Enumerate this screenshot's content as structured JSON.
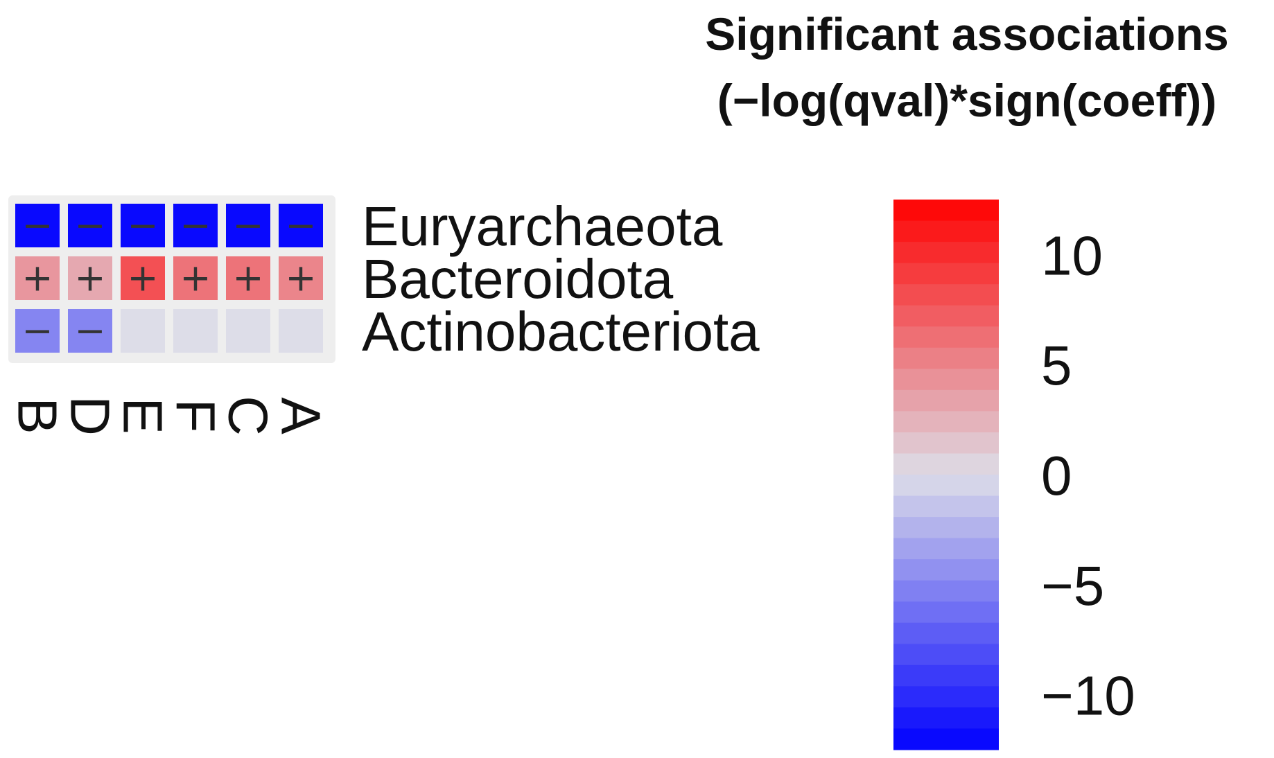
{
  "chart_data": {
    "type": "heatmap",
    "title": "Significant associations",
    "subtitle": "(−log(qval)*sign(coeff))",
    "rows": [
      "Euryarchaeota",
      "Bacteroidota",
      "Actinobacteriota"
    ],
    "columns": [
      "B",
      "D",
      "E",
      "F",
      "C",
      "A"
    ],
    "values": [
      [
        -12,
        -12,
        -12,
        -12,
        -12,
        -12
      ],
      [
        4,
        3,
        8,
        6,
        6,
        5
      ],
      [
        -5,
        -5,
        null,
        null,
        null,
        null
      ]
    ],
    "signs": [
      [
        "−",
        "−",
        "−",
        "−",
        "−",
        "−"
      ],
      [
        "+",
        "+",
        "+",
        "+",
        "+",
        "+"
      ],
      [
        "−",
        "−",
        "",
        "",
        "",
        ""
      ]
    ],
    "legend": {
      "ticks": [
        10,
        5,
        0,
        -5,
        -10
      ],
      "tick_labels": [
        "10",
        "5",
        "0",
        "−5",
        "−10"
      ],
      "range": [
        -12.5,
        12.5
      ],
      "low_color": "#0000ff",
      "mid_color": "#dddde8",
      "high_color": "#ff0000"
    },
    "empty_color": "#dddde8",
    "panel_color": "#eeeeee"
  }
}
